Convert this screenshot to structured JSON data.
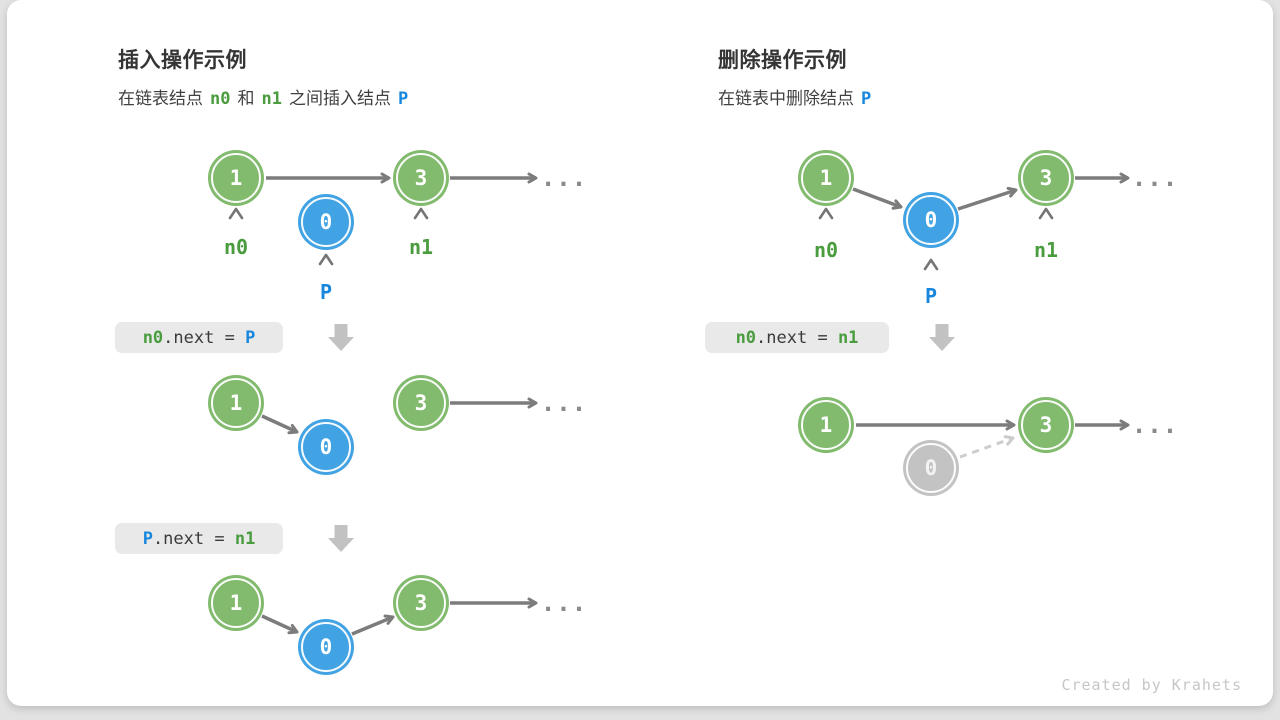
{
  "footer": "Created by Krahets",
  "ellipsis": "...",
  "colors": {
    "green_node": "#82ba6e",
    "blue_node": "#41a3e3",
    "gray_node": "#c3c3c3",
    "green_text": "#4a9c3f",
    "blue_text": "#1787dd",
    "arrow": "#7c7c7c",
    "dashed_arrow": "#cccccc",
    "code_bg": "#e9e9e9",
    "code_text": "#3a3a3a",
    "block_arrow": "#c2c2c2"
  },
  "left": {
    "title": "插入操作示例",
    "subtitle": {
      "seg1": "在链表结点",
      "n0": "n0",
      "seg2": "和",
      "n1": "n1",
      "seg3": "之间插入结点",
      "p": "P"
    },
    "row1": {
      "node1": "1",
      "node3": "3",
      "nodeP": "0",
      "label_n0": "n0",
      "label_n1": "n1",
      "label_p": "P"
    },
    "code1": {
      "lhs": "n0",
      "mid": ".next = ",
      "rhs": "P"
    },
    "row2": {
      "node1": "1",
      "nodeP": "0",
      "node3": "3"
    },
    "code2": {
      "lhs": "P",
      "mid": ".next = ",
      "rhs": "n1"
    },
    "row3": {
      "node1": "1",
      "nodeP": "0",
      "node3": "3"
    }
  },
  "right": {
    "title": "删除操作示例",
    "subtitle": {
      "seg1": "在链表中删除结点",
      "p": "P"
    },
    "row1": {
      "node1": "1",
      "nodeP": "0",
      "node3": "3",
      "label_n0": "n0",
      "label_n1": "n1",
      "label_p": "P"
    },
    "code1": {
      "lhs": "n0",
      "mid": ".next = ",
      "rhs": "n1"
    },
    "row2": {
      "node1": "1",
      "node3": "3",
      "nodeP": "0"
    }
  }
}
